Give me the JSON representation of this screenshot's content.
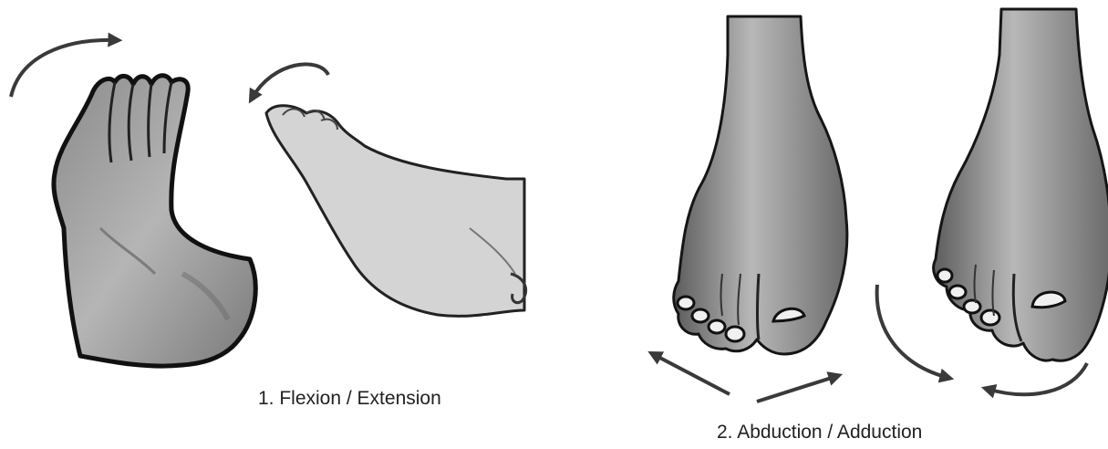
{
  "captions": {
    "flexion_extension": "1. Flexion / Extension",
    "abduction_adduction": "2. Abduction / Adduction"
  },
  "colors": {
    "outline": "#111111",
    "arrow": "#3a3a3a",
    "skin_dark": "#6e6e6e",
    "skin_mid": "#9a9a9a",
    "skin_light": "#cfcfcf",
    "skin_pale": "#d8d8d8"
  },
  "icons": [
    "flexed-foot",
    "extended-foot",
    "abducted-foot",
    "adducted-foot",
    "curved-arrow",
    "straight-arrow"
  ]
}
